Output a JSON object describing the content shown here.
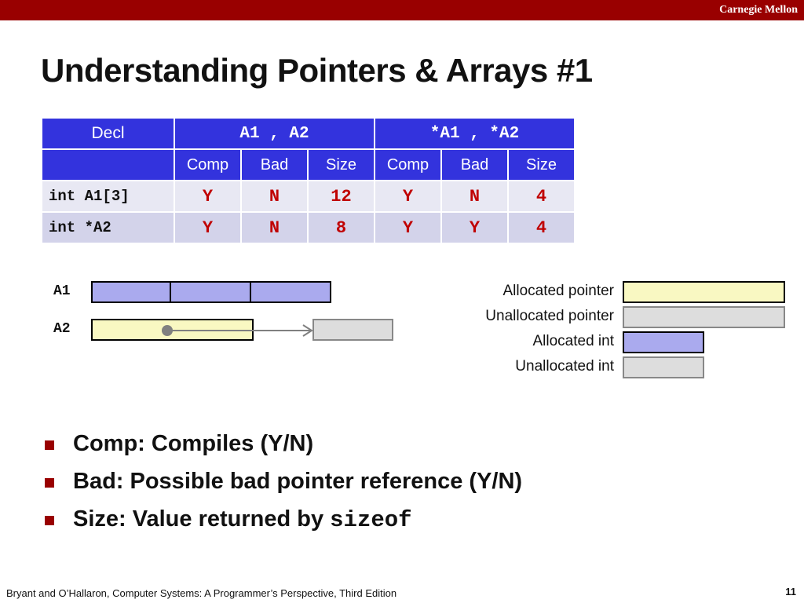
{
  "header": {
    "org": "Carnegie Mellon"
  },
  "title": "Understanding Pointers & Arrays #1",
  "table": {
    "corner": "Decl",
    "group_a": "A1 , A2",
    "group_b": "*A1 , *A2",
    "subheaders": [
      "Comp",
      "Bad",
      "Size",
      "Comp",
      "Bad",
      "Size"
    ],
    "rows": [
      {
        "decl": "int A1[3]",
        "values": [
          "Y",
          "N",
          "12",
          "Y",
          "N",
          "4"
        ]
      },
      {
        "decl": "int *A2",
        "values": [
          "Y",
          "N",
          "8",
          "Y",
          "Y",
          "4"
        ]
      }
    ]
  },
  "diagram": {
    "label_a1": "A1",
    "label_a2": "A2"
  },
  "legend": {
    "allocated_pointer": "Allocated  pointer",
    "unallocated_pointer": "Unallocated pointer",
    "allocated_int": "Allocated  int",
    "unallocated_int": "Unallocated  int"
  },
  "bullets": {
    "b1": "Comp: Compiles (Y/N)",
    "b2": "Bad: Possible bad pointer reference (Y/N)",
    "b3_prefix": "Size: Value returned by ",
    "b3_code": "sizeof"
  },
  "footer": {
    "citation": "Bryant and O’Hallaron, Computer Systems: A Programmer’s Perspective, Third Edition",
    "page": "11"
  },
  "colors": {
    "brand": "#990000",
    "table_header": "#3333dd",
    "value_text": "#c00000",
    "allocated_int": "#aaaaee",
    "allocated_pointer": "#f9f8c2",
    "unallocated": "#dddddd"
  }
}
